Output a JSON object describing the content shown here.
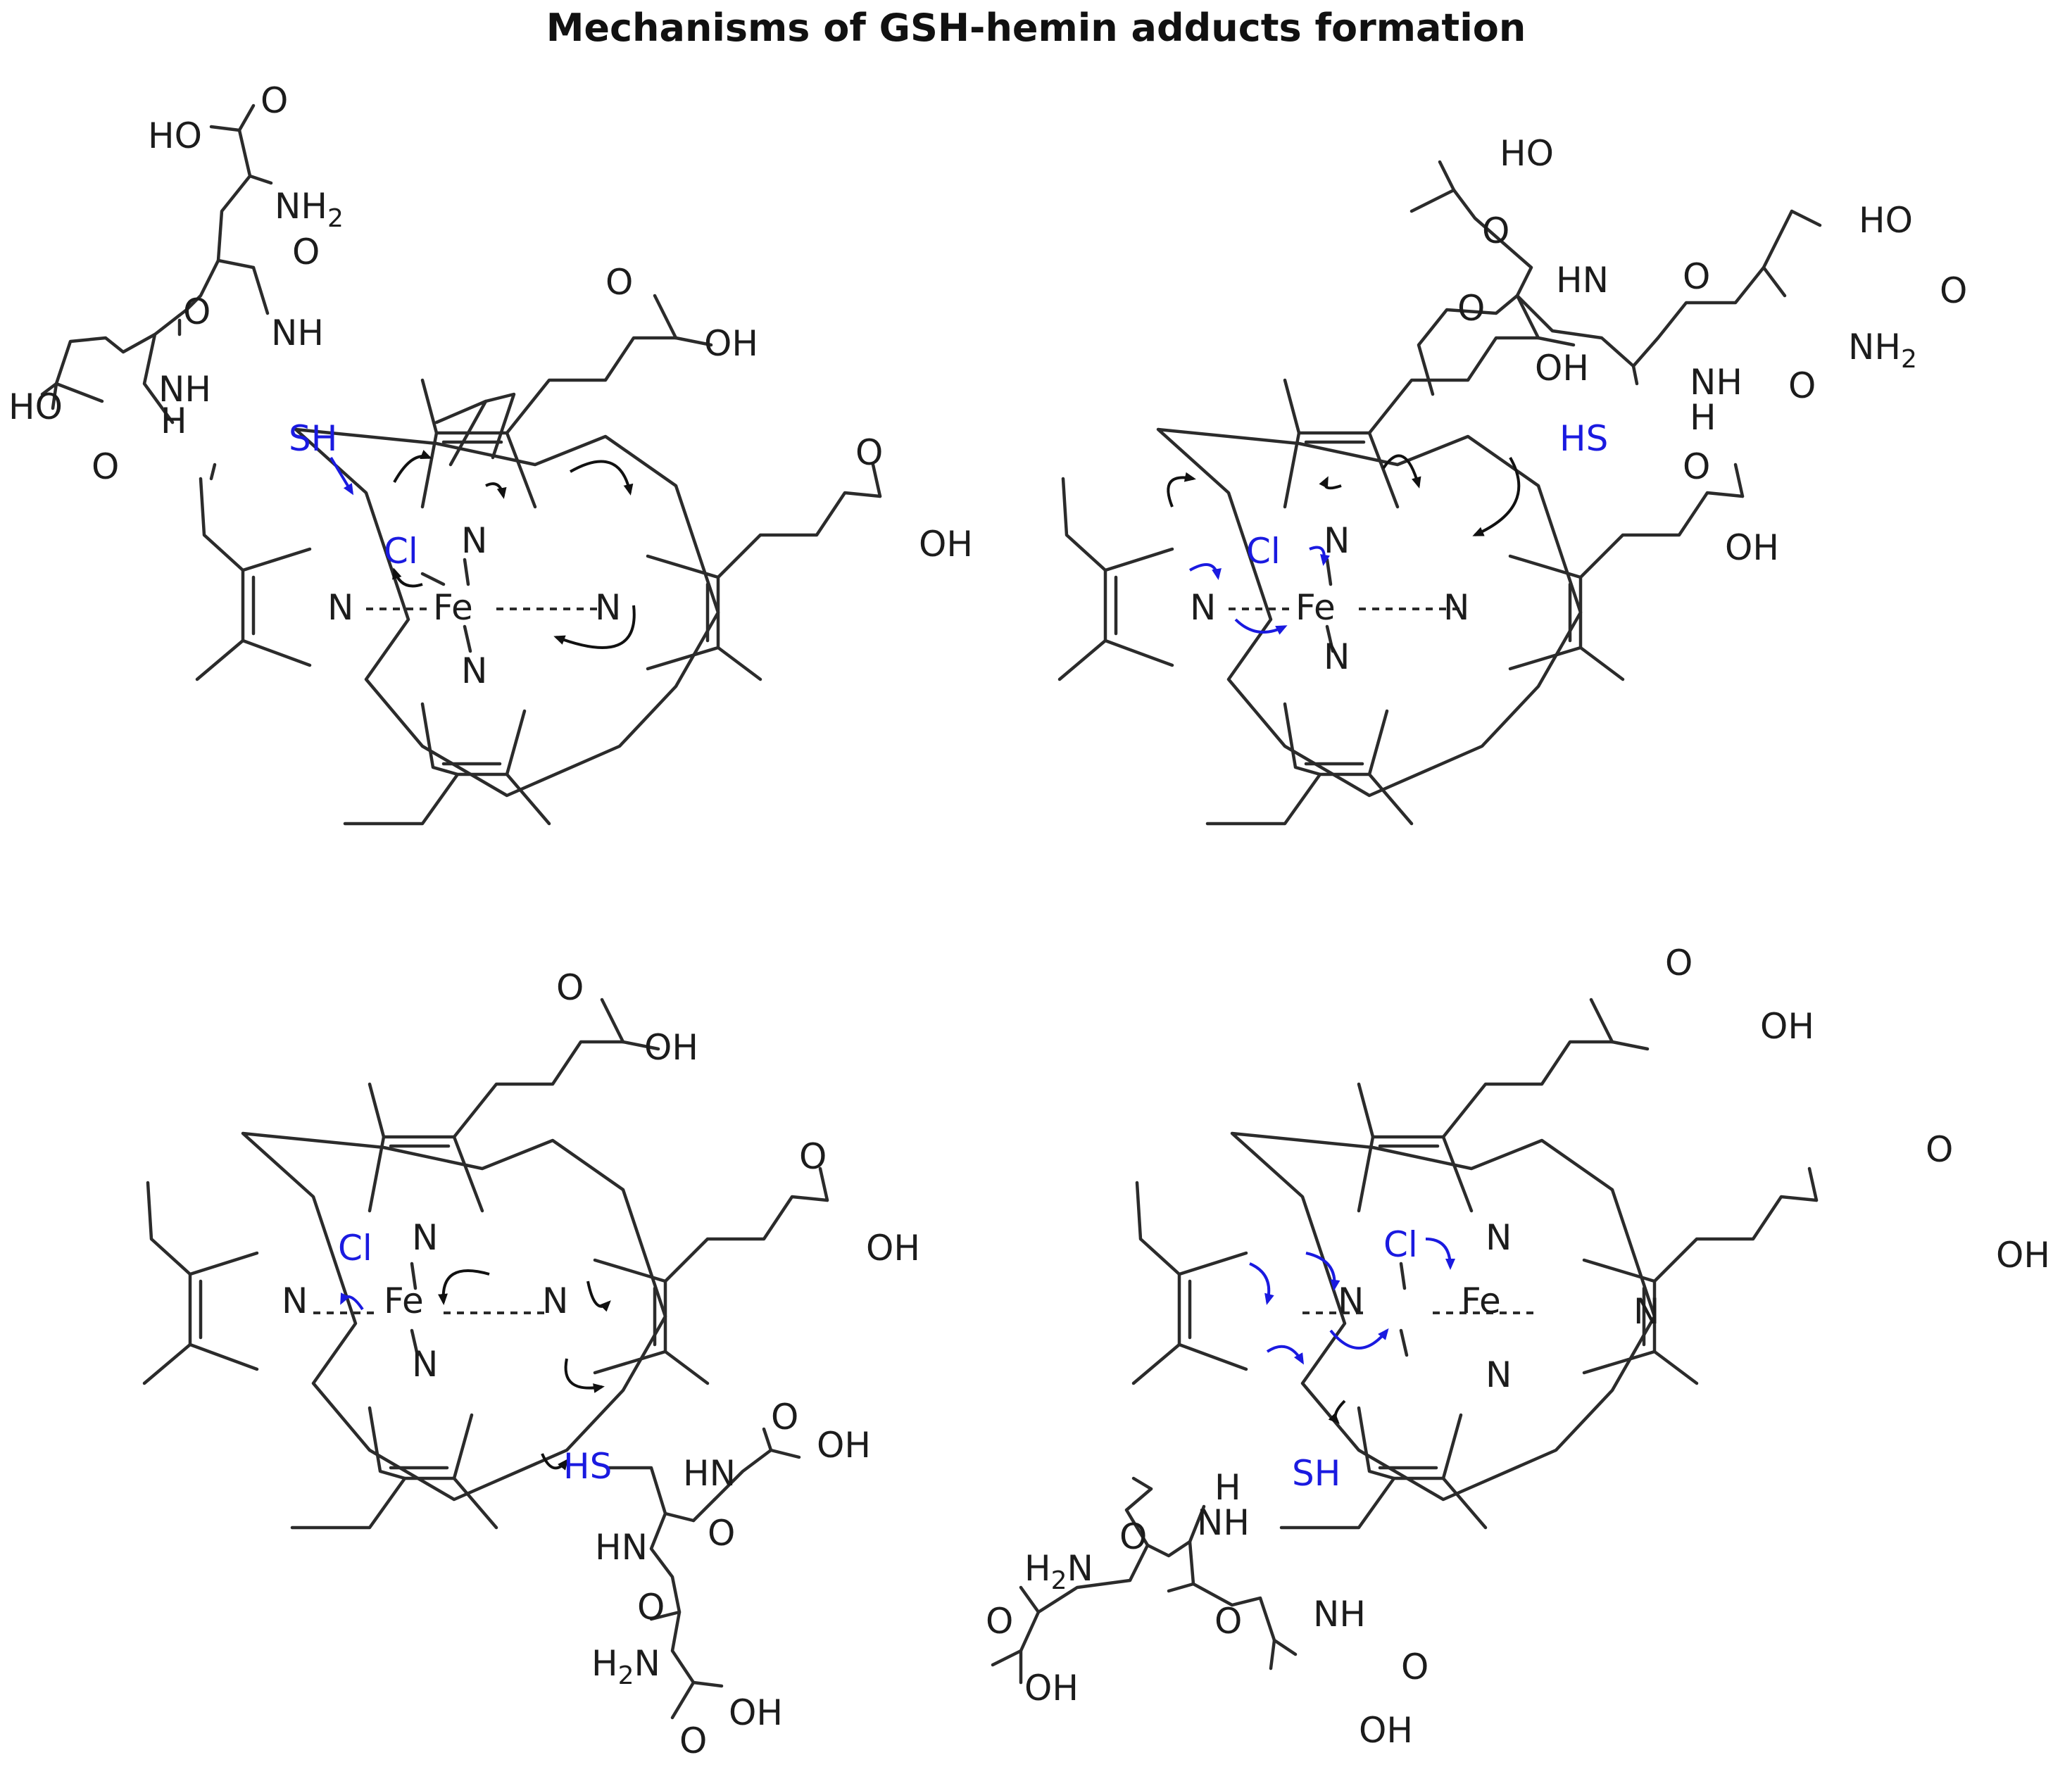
{
  "title": "Mechanisms of GSH-hemin adducts formation",
  "atoms": {
    "N": "N",
    "Fe": "Fe",
    "Cl": "Cl",
    "SH": "SH",
    "HS": "HS",
    "OH": "OH",
    "HO": "HO",
    "O": "O",
    "NH": "NH",
    "HN": "HN",
    "H": "H",
    "NH2": "NH",
    "H2N": "H",
    "two": "2"
  },
  "colors": {
    "reacting_group": "#1a1ae0",
    "structure": "#2b2b2b",
    "arrow": "#111111"
  },
  "panels": [
    {
      "id": "top-left"
    },
    {
      "id": "top-right"
    },
    {
      "id": "bottom-left"
    },
    {
      "id": "bottom-right"
    }
  ]
}
